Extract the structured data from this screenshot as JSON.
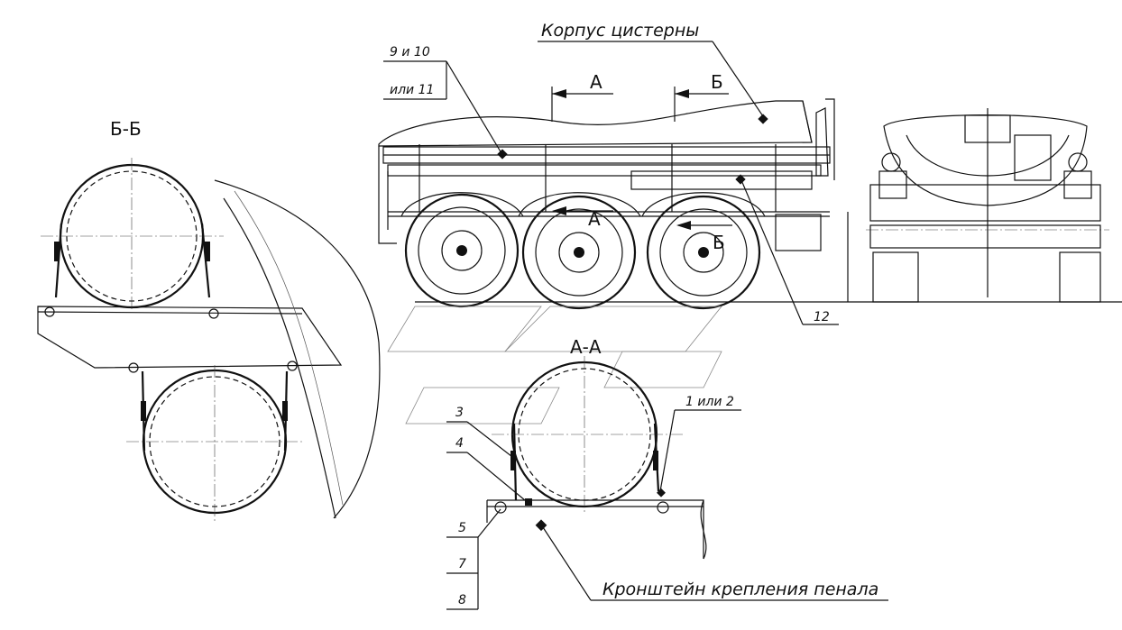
{
  "labels": {
    "tank_body": "Корпус цистерны",
    "case_bracket": "Кронштейн крепления пенала",
    "part_9_10": "9 и 10",
    "part_11": "или 11",
    "part_12": "12",
    "part_1_2": "1 или 2",
    "part_3": "3",
    "part_4": "4",
    "part_5": "5",
    "part_7": "7",
    "part_8": "8"
  },
  "sections": {
    "bb_title": "Б-Б",
    "aa_title": "А-А",
    "arrow_a": "А",
    "arrow_b": "Б",
    "wheel_a": "А",
    "wheel_b": "Б"
  }
}
